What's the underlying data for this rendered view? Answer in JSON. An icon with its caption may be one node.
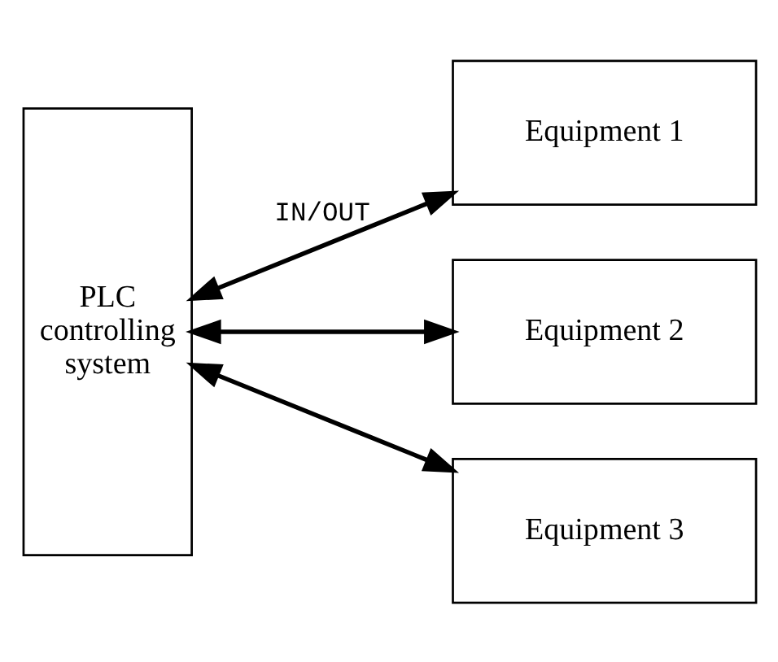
{
  "diagram": {
    "nodes": [
      {
        "text": [
          "PLC controlling system"
        ]
      },
      {
        "text": [
          "Equipment 1"
        ]
      },
      {
        "text": [
          "Equipment 2"
        ]
      },
      {
        "text": [
          "Equipment 3"
        ]
      }
    ],
    "edges": [
      {
        "from": 0,
        "to": 1,
        "arrow": "both",
        "label": "IN/OUT"
      },
      {
        "from": 0,
        "to": 2,
        "arrow": "both"
      },
      {
        "from": 0,
        "to": 3,
        "arrow": "both"
      }
    ]
  }
}
